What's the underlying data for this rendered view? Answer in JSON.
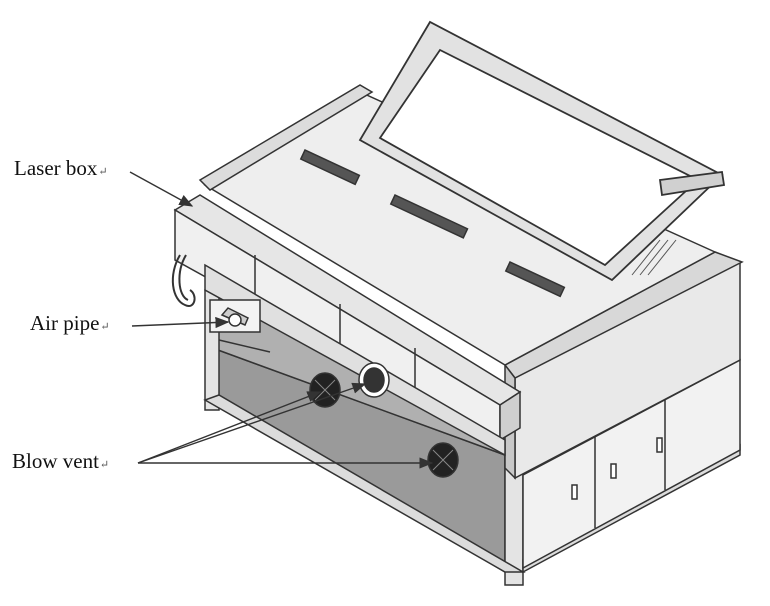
{
  "labels": {
    "laser_box": "Laser box",
    "air_pipe": "Air pipe",
    "blow_vent": "Blow vent"
  },
  "para_mark": "↵",
  "colors": {
    "line": "#333333",
    "panel_light": "#ededed",
    "panel_mid": "#d6d6d6",
    "panel_dark": "#8f8f8f",
    "floor": "#9a9a9a",
    "screen": "#ffffff"
  }
}
